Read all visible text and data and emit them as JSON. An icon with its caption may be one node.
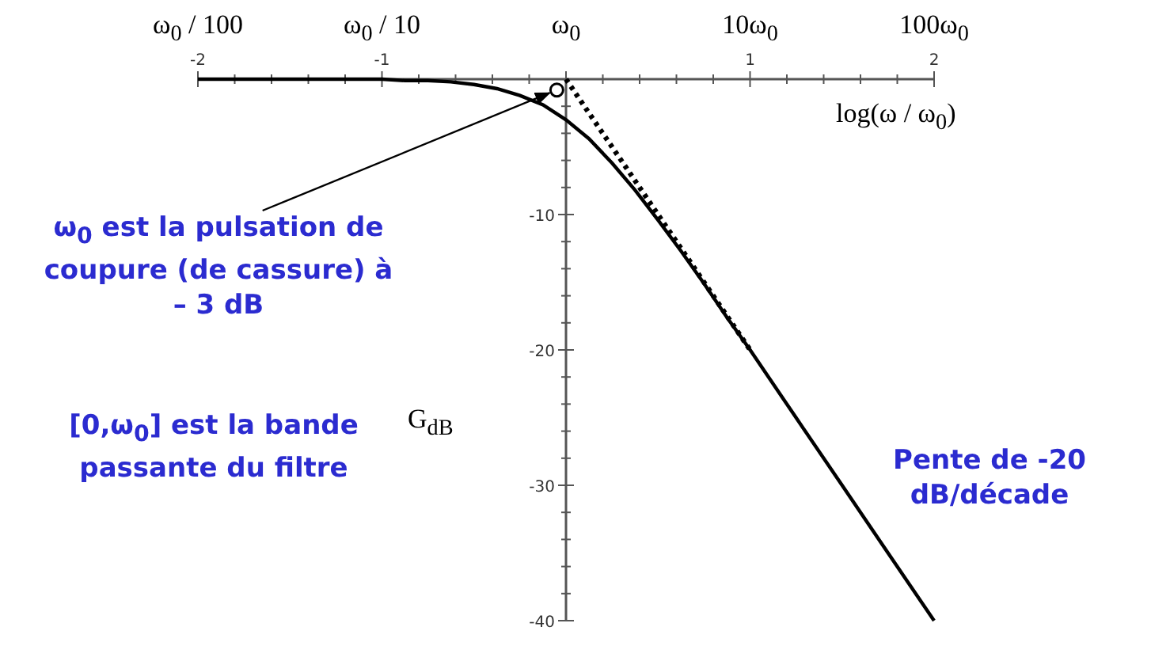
{
  "diagram": {
    "nodes": [
      {
        "text": [
          "ω$_{0}$ est la pulsation de coupure (de cassure) à – 3 dB"
        ]
      },
      {
        "text": [],
        "shape": "circle"
      }
    ],
    "edges": [
      {
        "from": 0,
        "to": 1,
        "arrow": "to"
      }
    ],
    "labels": [
      "ω$_{0}$ / 100",
      "ω$_{0}$ / 10",
      "ω$_{0}$",
      "10ω$_{0}$",
      "100ω$_{0}$",
      "[0,ω$_{0}$] est la bande passante du filtre",
      "Pente de -20 dB/décade"
    ],
    "chart_data": {
      "type": "line",
      "xlabel": "log(ω / ω$_{0}$)",
      "ylabel": "G$_{dB}$",
      "x": [
        -2,
        -1.75,
        -1.5,
        -1.25,
        -1,
        -0.875,
        -0.75,
        -0.625,
        -0.5,
        -0.375,
        -0.25,
        -0.125,
        0,
        0.125,
        0.25,
        0.375,
        0.5,
        0.625,
        0.75,
        0.875,
        1,
        1.25,
        1.5,
        1.75,
        2
      ],
      "series": [
        {
          "color": "#000000",
          "line_style": "solid",
          "values": [
            0.0,
            0.0,
            0.0,
            0.0,
            0.0,
            -0.1,
            -0.1,
            -0.2,
            -0.4,
            -0.7,
            -1.2,
            -1.9,
            -3.0,
            -4.4,
            -6.2,
            -8.2,
            -10.4,
            -12.7,
            -15.1,
            -17.6,
            -20.0,
            -25.0,
            -30.0,
            -35.0,
            -40.0
          ]
        },
        {
          "color": "#000000",
          "line_style": "dotted",
          "values": [
            null,
            null,
            null,
            null,
            null,
            null,
            null,
            null,
            null,
            null,
            null,
            null,
            0,
            -2.5,
            -5,
            -7.5,
            -10,
            -12.5,
            -15,
            -17.5,
            -20,
            null,
            null,
            null,
            null
          ]
        }
      ],
      "xlim": [
        -2,
        2
      ],
      "ylim": [
        -40,
        0
      ],
      "xticks": [
        -2,
        -1,
        1,
        2
      ],
      "yticks": [
        -10,
        -20,
        -30,
        -40
      ]
    }
  }
}
